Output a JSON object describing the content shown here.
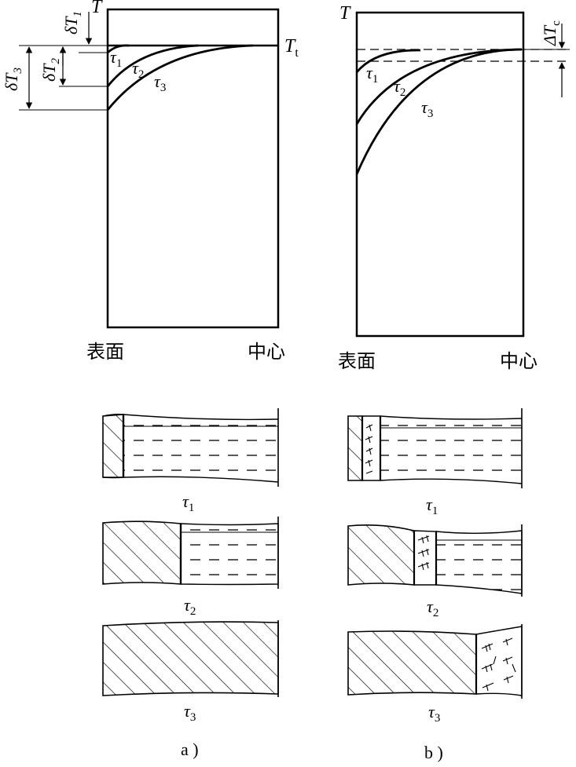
{
  "panel_a": {
    "axis_T": "T",
    "liquidus": "T",
    "liquidus_sub": "t",
    "surface": "表面",
    "center": "中心",
    "dT1": "δT",
    "dT1_sub": "1",
    "dT2": "δT",
    "dT2_sub": "2",
    "dT3": "δT",
    "dT3_sub": "3",
    "tau1": "τ",
    "tau1_sub": "1",
    "tau2": "τ",
    "tau2_sub": "2",
    "tau3": "τ",
    "tau3_sub": "3",
    "stages": [
      {
        "label": "τ",
        "sub": "1"
      },
      {
        "label": "τ",
        "sub": "2"
      },
      {
        "label": "τ",
        "sub": "3"
      }
    ],
    "caption": "a )"
  },
  "panel_b": {
    "axis_T": "T",
    "dTc": "ΔT",
    "dTc_sub": "c",
    "surface": "表面",
    "center": "中心",
    "tau1": "τ",
    "tau1_sub": "1",
    "tau2": "τ",
    "tau2_sub": "2",
    "tau3": "τ",
    "tau3_sub": "3",
    "stages": [
      {
        "label": "τ",
        "sub": "1"
      },
      {
        "label": "τ",
        "sub": "2"
      },
      {
        "label": "τ",
        "sub": "3"
      }
    ],
    "caption": "b )"
  }
}
